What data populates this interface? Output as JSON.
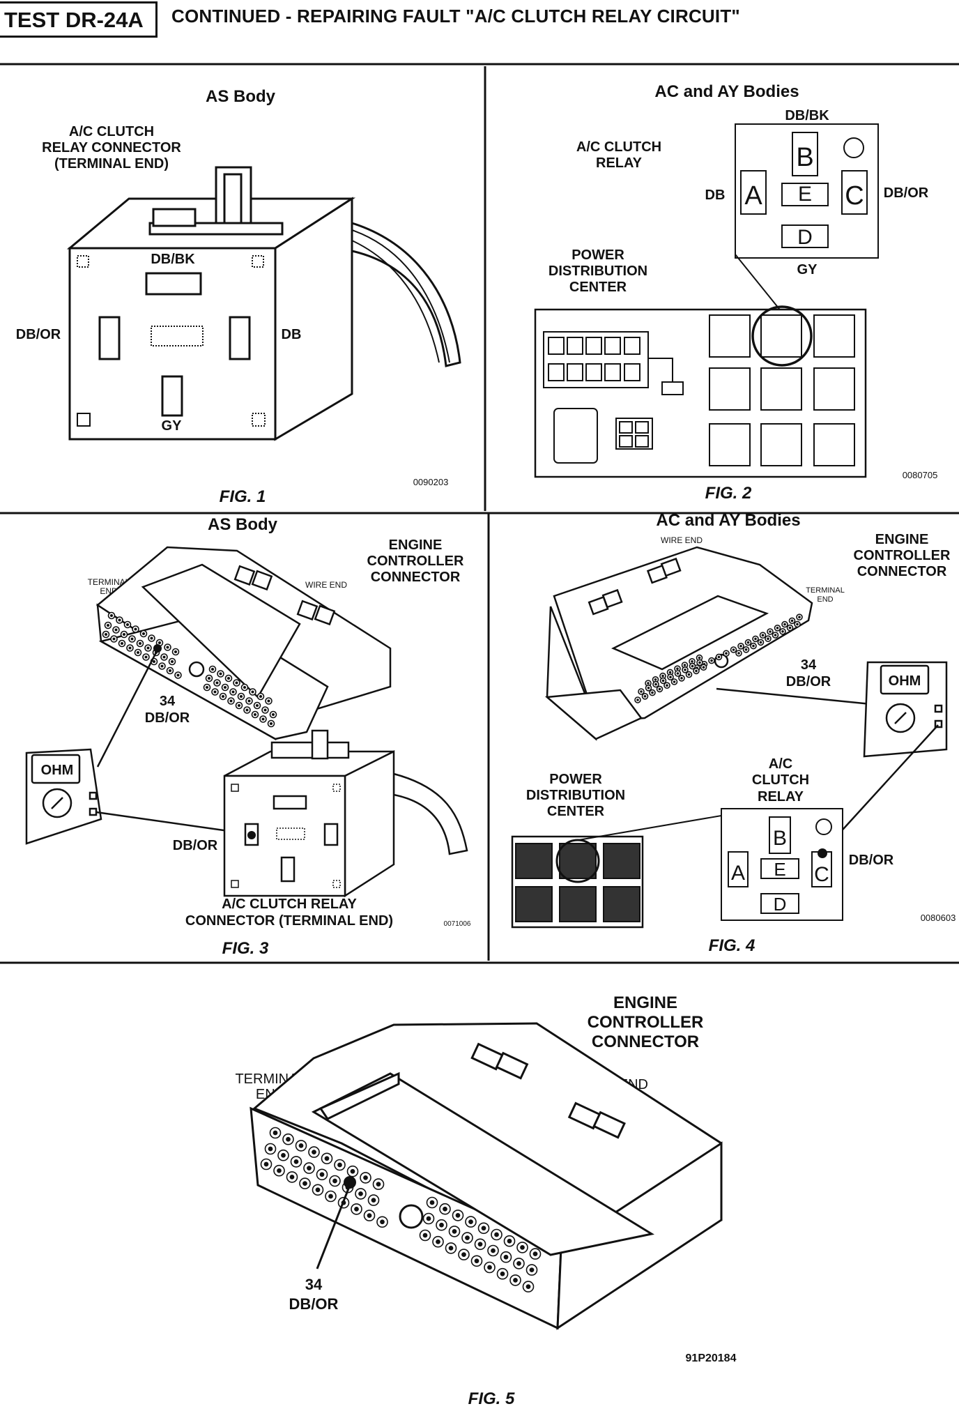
{
  "header": {
    "test_id": "TEST DR-24A",
    "title": "CONTINUED - REPAIRING FAULT \"A/C CLUTCH RELAY CIRCUIT\""
  },
  "fig1": {
    "heading": "AS Body",
    "label_connector": [
      "A/C CLUTCH",
      "RELAY CONNECTOR",
      "(TERMINAL END)"
    ],
    "pin_top": "DB/BK",
    "pin_left": "DB/OR",
    "pin_right": "DB",
    "pin_bottom": "GY",
    "part_no": "0090203",
    "caption": "FIG. 1"
  },
  "fig2": {
    "heading": "AC and AY Bodies",
    "relay_label": [
      "A/C CLUTCH",
      "RELAY"
    ],
    "pin_top": "DB/BK",
    "pin_left": "DB",
    "pin_right": "DB/OR",
    "pin_bottom": "GY",
    "letters": [
      "A",
      "B",
      "C",
      "D",
      "E"
    ],
    "pdc_label": [
      "POWER",
      "DISTRIBUTION",
      "CENTER"
    ],
    "part_no": "0080705",
    "caption": "FIG. 2"
  },
  "fig3": {
    "heading": "AS Body",
    "ecc_label": [
      "ENGINE",
      "CONTROLLER",
      "CONNECTOR"
    ],
    "terminal_end": [
      "TERMINAL",
      "END"
    ],
    "wire_end": "WIRE END",
    "pin_num": "34",
    "pin_color": "DB/OR",
    "ohm": "OHM",
    "relay_pin": "DB/OR",
    "relay_label": [
      "A/C CLUTCH RELAY",
      "CONNECTOR (TERMINAL END)"
    ],
    "part_no": "0071006",
    "caption": "FIG. 3"
  },
  "fig4": {
    "heading": "AC and AY Bodies",
    "wire_end": "WIRE END",
    "ecc_label": [
      "ENGINE",
      "CONTROLLER",
      "CONNECTOR"
    ],
    "terminal_end": [
      "TERMINAL",
      "END"
    ],
    "pin_num": "34",
    "pin_color": "DB/OR",
    "ohm": "OHM",
    "pdc_label": [
      "POWER",
      "DISTRIBUTION",
      "CENTER"
    ],
    "relay_label": [
      "A/C",
      "CLUTCH",
      "RELAY"
    ],
    "relay_pin": "DB/OR",
    "letters": [
      "A",
      "B",
      "C",
      "D",
      "E"
    ],
    "part_no": "0080603",
    "caption": "FIG. 4"
  },
  "fig5": {
    "ecc_label": [
      "ENGINE",
      "CONTROLLER",
      "CONNECTOR"
    ],
    "terminal_end": [
      "TERMINAL",
      "END"
    ],
    "wire_end": "WIRE END",
    "pin_num": "34",
    "pin_color": "DB/OR",
    "part_no": "91P20184",
    "caption": "FIG. 5"
  }
}
